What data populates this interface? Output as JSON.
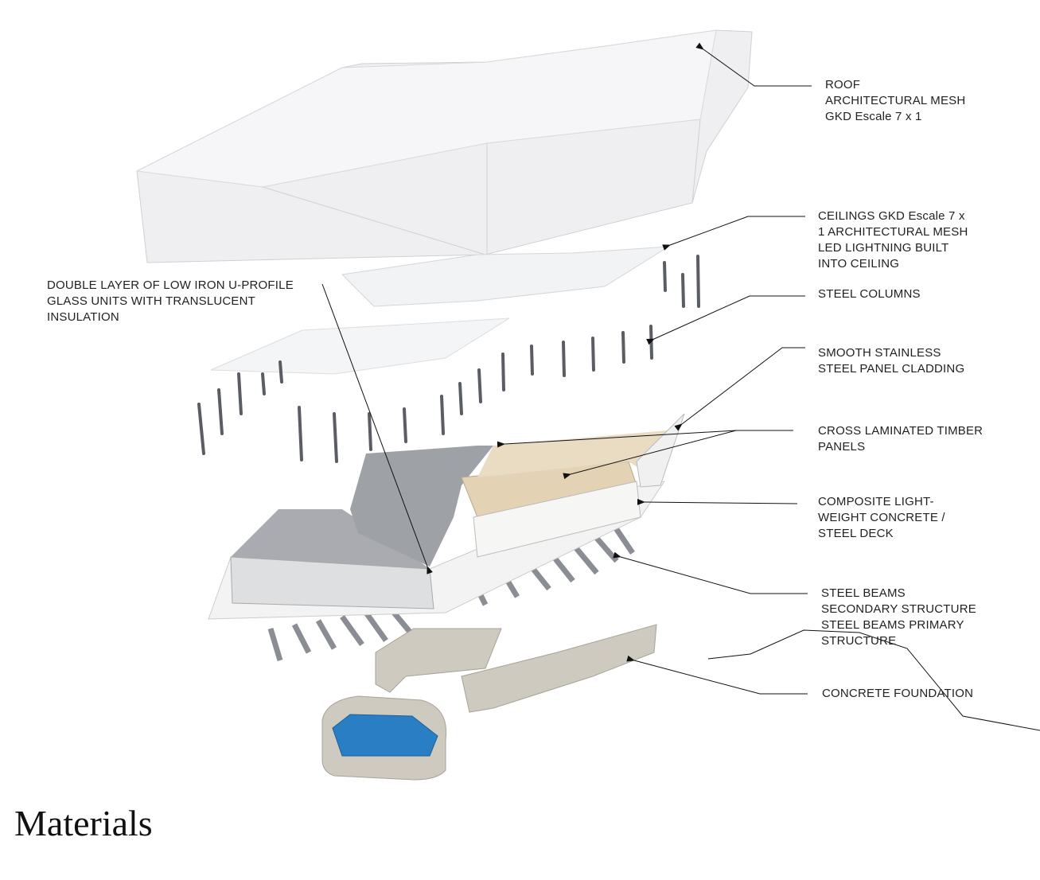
{
  "title": "Materials",
  "labels": {
    "roof": [
      "ROOF",
      "ARCHITECTURAL MESH",
      "GKD Escale 7 x 1"
    ],
    "ceilings": [
      "CEILINGS GKD Escale 7 x",
      "1 ARCHITECTURAL MESH",
      "LED LIGHTNING BUILT",
      "INTO CEILING"
    ],
    "columns": [
      "STEEL COLUMNS"
    ],
    "cladding": [
      "SMOOTH STAINLESS",
      "STEEL PANEL CLADDING"
    ],
    "timber": [
      "CROSS LAMINATED TIMBER",
      "PANELS"
    ],
    "deck": [
      "COMPOSITE LIGHT-",
      "WEIGHT CONCRETE /",
      "STEEL DECK"
    ],
    "beams": [
      "STEEL BEAMS",
      "SECONDARY STRUCTURE",
      "STEEL BEAMS PRIMARY",
      "STRUCTURE"
    ],
    "foundation": [
      "CONCRETE FOUNDATION"
    ],
    "glass": [
      "DOUBLE LAYER OF LOW IRON U-PROFILE",
      "GLASS UNITS WITH TRANSLUCENT",
      "INSULATION"
    ]
  },
  "colors": {
    "pool": "#2a7fc4",
    "concrete": "#cfcac0",
    "timber": "#e3d2b4",
    "mesh": "#e9e9ec"
  }
}
